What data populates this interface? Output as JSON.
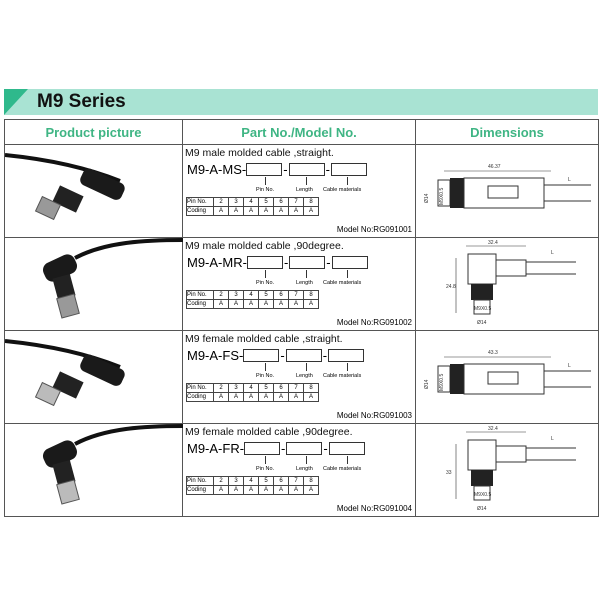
{
  "title": "M9 Series",
  "headers": {
    "picture": "Product picture",
    "part": "Part No./Model No.",
    "dims": "Dimensions"
  },
  "accent": "#3fb584",
  "table_labels": {
    "pin_no": "Pin No.",
    "length": "Length",
    "cable": "Cable materials",
    "coding": "Coding"
  },
  "pins": [
    "2",
    "3",
    "4",
    "5",
    "6",
    "7",
    "8"
  ],
  "coding": [
    "A",
    "A",
    "A",
    "A",
    "A",
    "A",
    "A"
  ],
  "rows": [
    {
      "desc": "M9 male molded cable ,straight.",
      "prefix": "M9-A-MS-",
      "model": "Model No:RG091001",
      "dims": {
        "length": "46.37",
        "dia": "Ø14",
        "thread": "M9X0.5",
        "L": "L"
      }
    },
    {
      "desc": "M9 male molded cable ,90degree.",
      "prefix": "M9-A-MR-",
      "model": "Model No:RG091002",
      "dims": {
        "width": "32.4",
        "height": "24.8",
        "dia": "Ø14",
        "thread": "M9X0.5",
        "L": "L"
      }
    },
    {
      "desc": "M9 female molded cable ,straight.",
      "prefix": "M9-A-FS-",
      "model": "Model No:RG091003",
      "dims": {
        "length": "43.3",
        "dia": "Ø14",
        "thread": "M9X0.5",
        "L": "L"
      }
    },
    {
      "desc": "M9 female molded cable ,90degree.",
      "prefix": "M9-A-FR-",
      "model": "Model No:RG091004",
      "dims": {
        "width": "32.4",
        "height": "33",
        "dia": "Ø14",
        "thread": "M9X0.5",
        "L": "L"
      }
    }
  ]
}
